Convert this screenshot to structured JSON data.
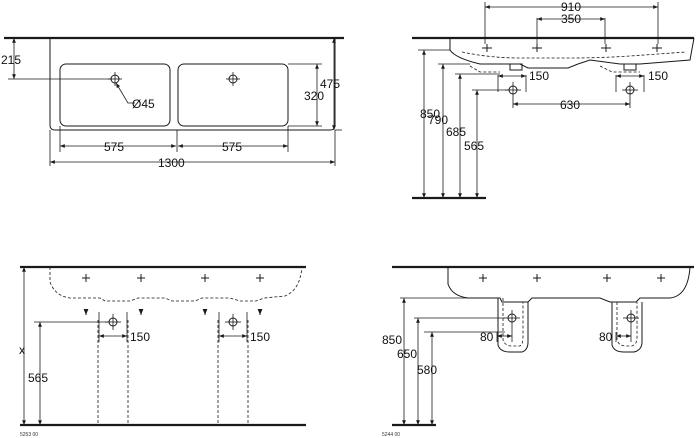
{
  "top_view": {
    "dim_215": "215",
    "dim_475": "475",
    "dim_320": "320",
    "dim_hole": "Ø45",
    "dim_575_left": "575",
    "dim_575_right": "575",
    "dim_1300": "1300"
  },
  "side_view": {
    "dim_910": "910",
    "dim_350": "350",
    "dim_150_left": "150",
    "dim_150_right": "150",
    "dim_630": "630",
    "dim_850": "850",
    "dim_790": "790",
    "dim_685": "685",
    "dim_565": "565"
  },
  "front_view_left": {
    "dim_x": "x",
    "dim_565": "565",
    "dim_150_left": "150",
    "dim_150_right": "150",
    "code": "5253 00"
  },
  "front_view_right": {
    "dim_850": "850",
    "dim_650": "650",
    "dim_580": "580",
    "dim_80_left": "80",
    "dim_80_right": "80",
    "code": "5244 00"
  }
}
